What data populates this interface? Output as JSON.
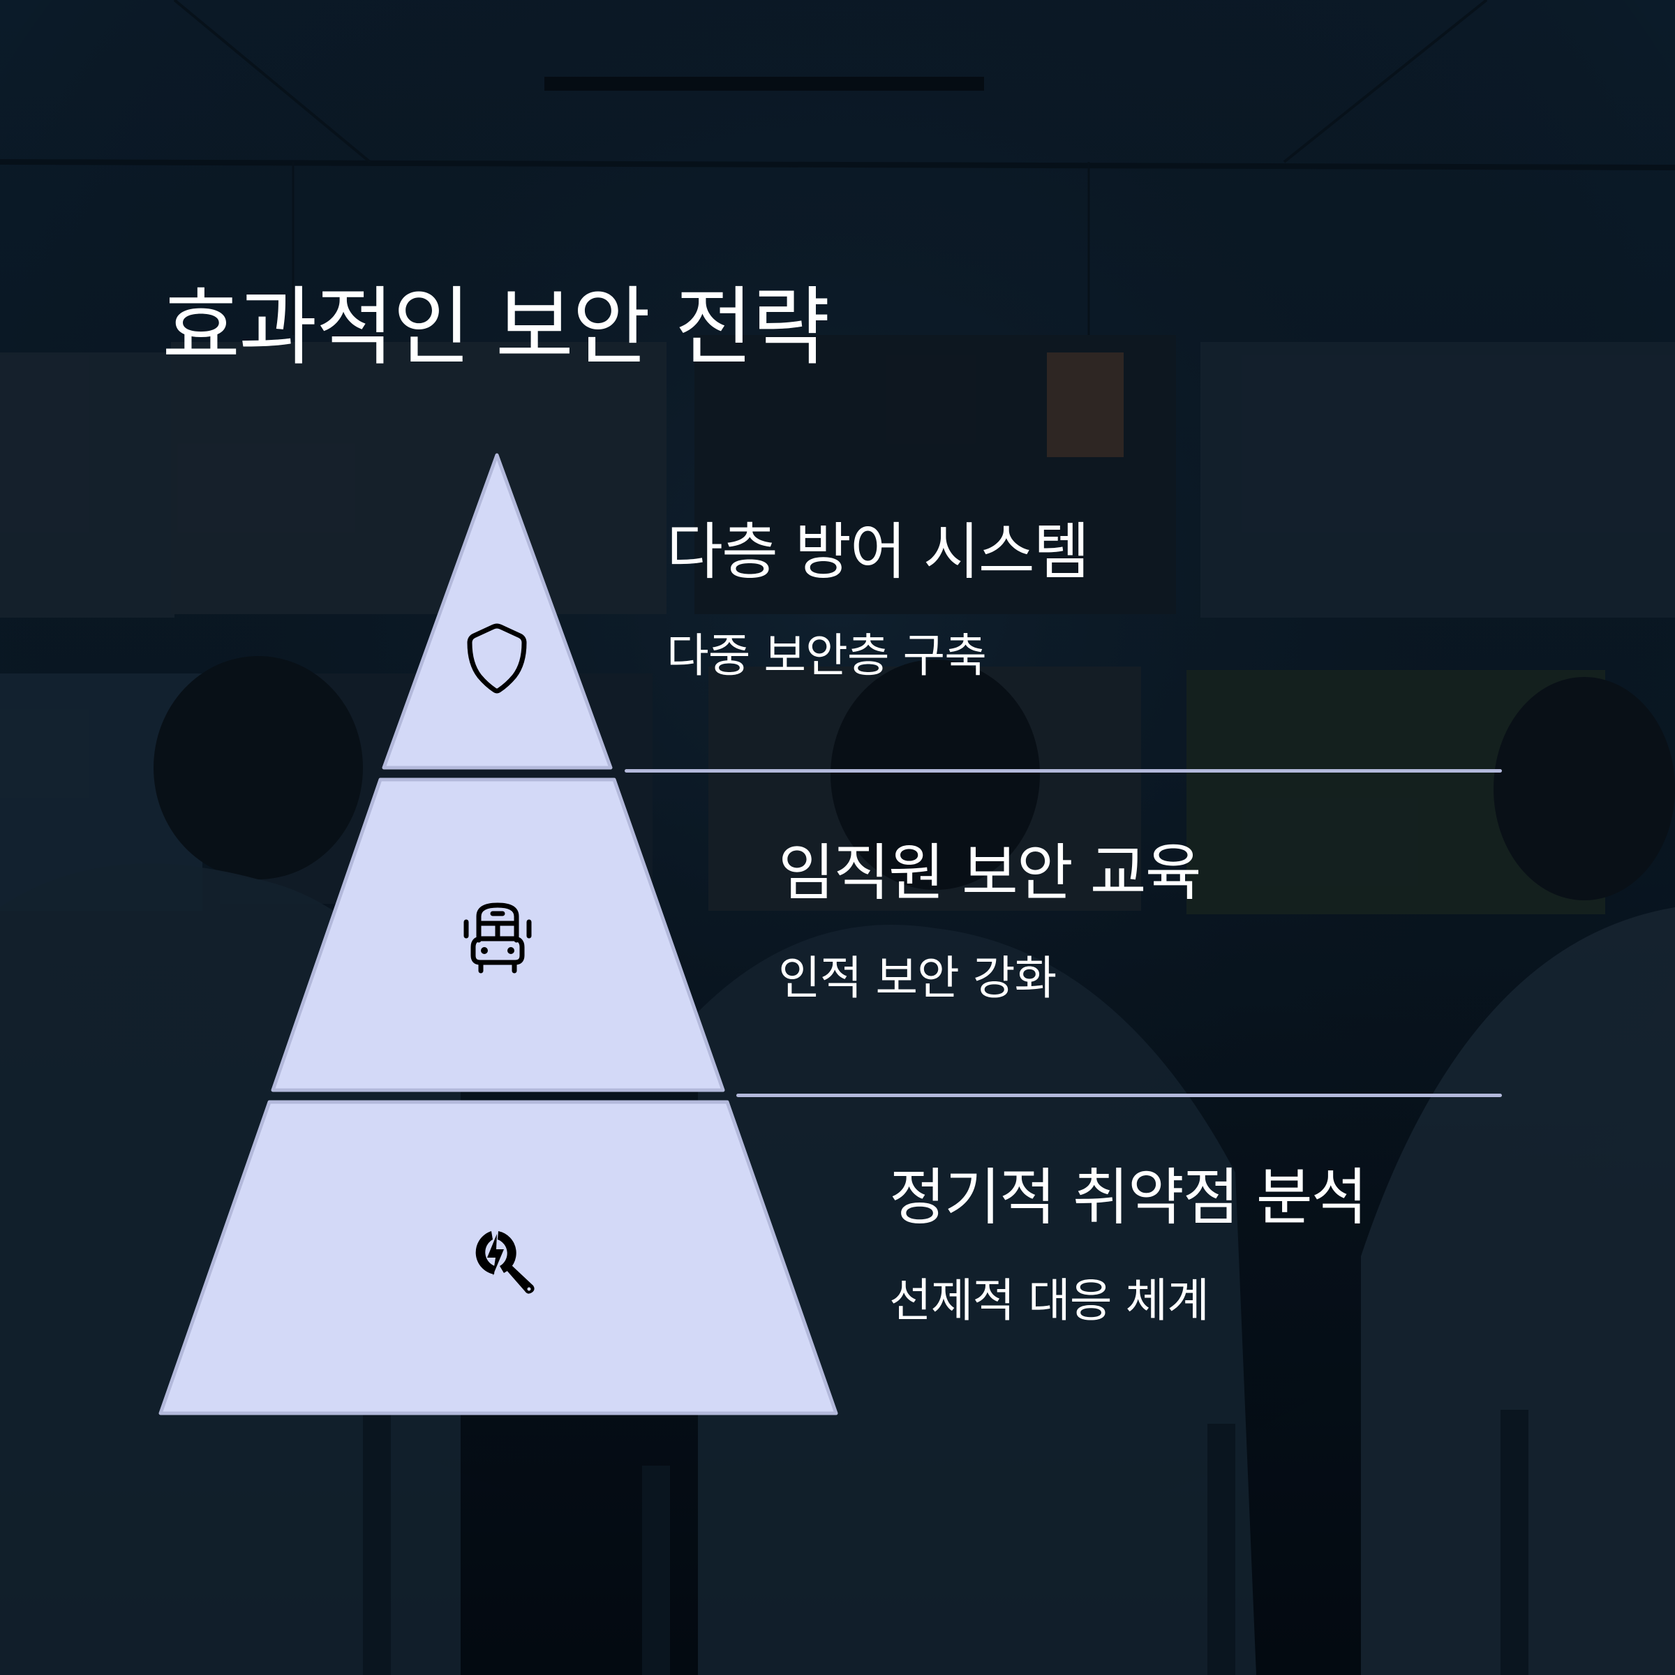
{
  "title": "효과적인 보안 전략",
  "colors": {
    "pyramid_fill": "#d3d9f7",
    "pyramid_stroke": "#b3b9db",
    "divider": "#b3b9db",
    "text": "#ffffff",
    "icon": "#000000",
    "background": "#0b1824"
  },
  "tiers": [
    {
      "level": 1,
      "icon": "shield-icon",
      "heading": "다층 방어 시스템",
      "subheading": "다중 보안층 구축"
    },
    {
      "level": 2,
      "icon": "bus-icon",
      "heading": "임직원 보안 교육",
      "subheading": "인적 보안 강화"
    },
    {
      "level": 3,
      "icon": "search-bolt-icon",
      "heading": "정기적 취약점 분석",
      "subheading": "선제적 대응 체계"
    }
  ]
}
